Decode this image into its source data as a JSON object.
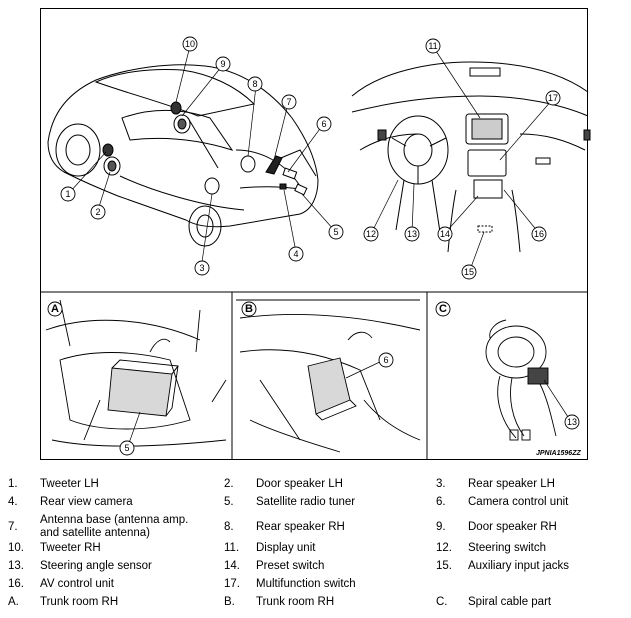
{
  "figure": {
    "image_code": "JPNIA1596ZZ",
    "panels": [
      {
        "tag": "A"
      },
      {
        "tag": "B"
      },
      {
        "tag": "C"
      }
    ],
    "callouts": [
      "1",
      "2",
      "3",
      "4",
      "5",
      "6",
      "7",
      "8",
      "9",
      "10",
      "11",
      "12",
      "13",
      "14",
      "15",
      "16",
      "17",
      "5",
      "6",
      "13"
    ]
  },
  "legend": [
    {
      "num": "1.",
      "label": "Tweeter LH"
    },
    {
      "num": "2.",
      "label": "Door speaker LH"
    },
    {
      "num": "3.",
      "label": "Rear speaker LH"
    },
    {
      "num": "4.",
      "label": "Rear view camera"
    },
    {
      "num": "5.",
      "label": "Satellite radio tuner"
    },
    {
      "num": "6.",
      "label": "Camera control unit"
    },
    {
      "num": "7.",
      "label": "Antenna base (antenna amp. and satellite antenna)"
    },
    {
      "num": "8.",
      "label": "Rear speaker RH"
    },
    {
      "num": "9.",
      "label": "Door speaker RH"
    },
    {
      "num": "10.",
      "label": "Tweeter RH"
    },
    {
      "num": "11.",
      "label": "Display unit"
    },
    {
      "num": "12.",
      "label": "Steering switch"
    },
    {
      "num": "13.",
      "label": "Steering angle sensor"
    },
    {
      "num": "14.",
      "label": "Preset switch"
    },
    {
      "num": "15.",
      "label": "Auxiliary input jacks"
    },
    {
      "num": "16.",
      "label": "AV control unit"
    },
    {
      "num": "17.",
      "label": "Multifunction switch"
    },
    {
      "num": "A.",
      "label": "Trunk room RH"
    },
    {
      "num": "B.",
      "label": "Trunk room RH"
    },
    {
      "num": "C.",
      "label": "Spiral cable part"
    }
  ]
}
